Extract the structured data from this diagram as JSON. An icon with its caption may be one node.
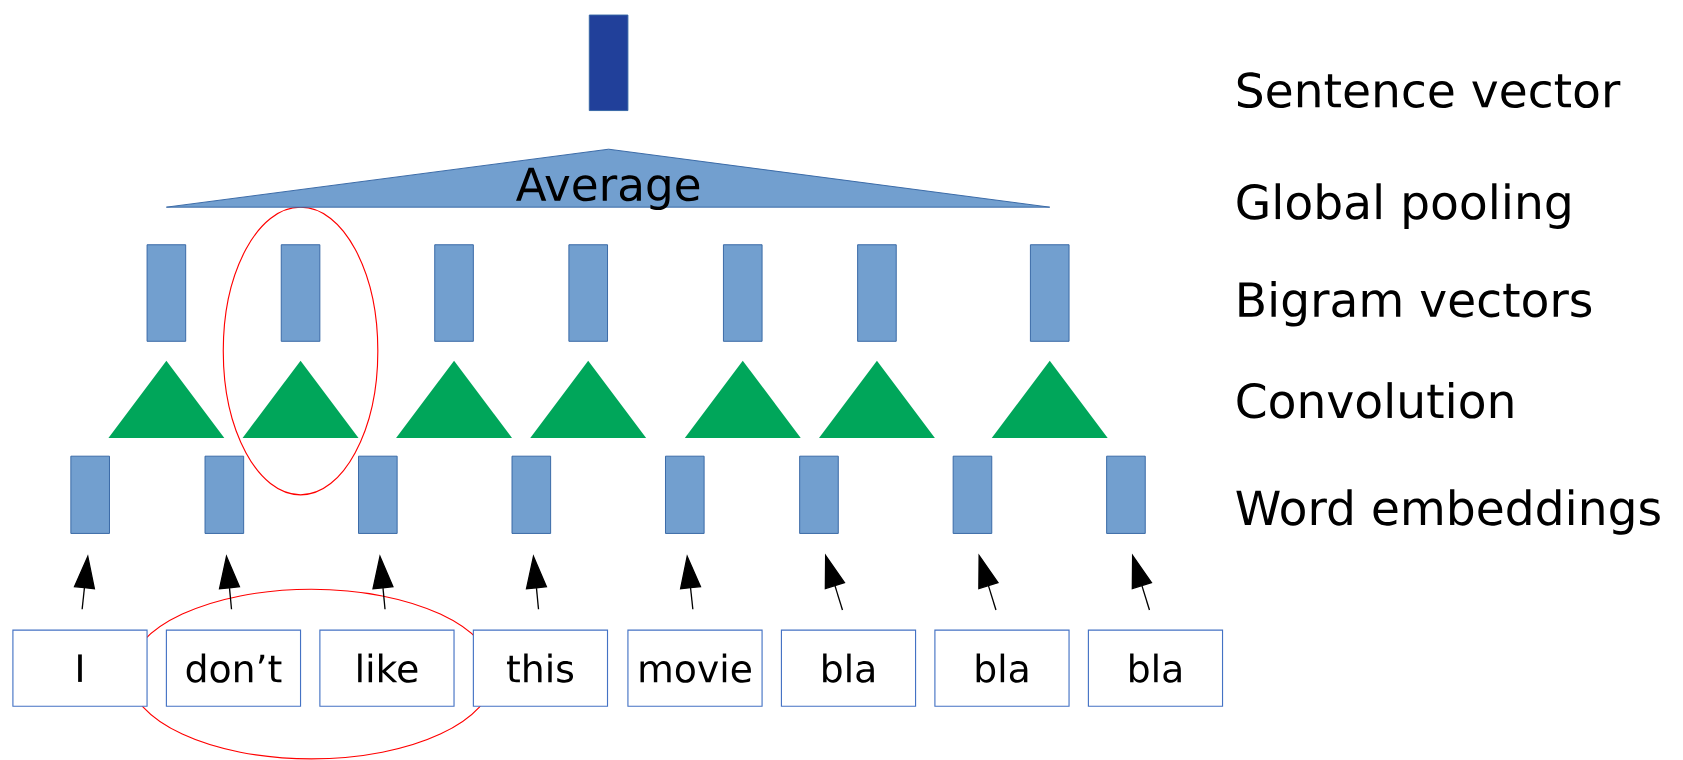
{
  "diagram": {
    "nodes": [
      {
        "text": [],
        "shape": "bar"
      },
      {
        "text": [
          "Average"
        ]
      },
      {
        "text": [],
        "shape": "bar"
      },
      {
        "text": [],
        "shape": "bar"
      },
      {
        "text": [],
        "shape": "bar"
      },
      {
        "text": [],
        "shape": "bar"
      },
      {
        "text": [],
        "shape": "bar"
      },
      {
        "text": [],
        "shape": "bar"
      },
      {
        "text": [],
        "shape": "bar"
      },
      {
        "text": [],
        "shape": "triangle"
      },
      {
        "text": [],
        "shape": "triangle"
      },
      {
        "text": [],
        "shape": "triangle"
      },
      {
        "text": [],
        "shape": "triangle"
      },
      {
        "text": [],
        "shape": "triangle"
      },
      {
        "text": [],
        "shape": "triangle"
      },
      {
        "text": [],
        "shape": "triangle"
      },
      {
        "text": [],
        "shape": "bar"
      },
      {
        "text": [],
        "shape": "bar"
      },
      {
        "text": [],
        "shape": "bar"
      },
      {
        "text": [],
        "shape": "bar"
      },
      {
        "text": [],
        "shape": "bar"
      },
      {
        "text": [],
        "shape": "bar"
      },
      {
        "text": [],
        "shape": "bar"
      },
      {
        "text": [],
        "shape": "bar"
      },
      {
        "text": [
          "I"
        ]
      },
      {
        "text": [
          "don’t"
        ]
      },
      {
        "text": [
          "like"
        ]
      },
      {
        "text": [
          "this"
        ]
      },
      {
        "text": [
          "movie"
        ]
      },
      {
        "text": [
          "bla"
        ]
      },
      {
        "text": [
          "bla"
        ]
      },
      {
        "text": [
          "bla"
        ]
      }
    ],
    "edges": [
      {
        "from": 24,
        "to": 16,
        "arrow": "to"
      },
      {
        "from": 25,
        "to": 17,
        "arrow": "to"
      },
      {
        "from": 26,
        "to": 18,
        "arrow": "to"
      },
      {
        "from": 27,
        "to": 19,
        "arrow": "to"
      },
      {
        "from": 28,
        "to": 20,
        "arrow": "to"
      },
      {
        "from": 29,
        "to": 21,
        "arrow": "to"
      },
      {
        "from": 30,
        "to": 22,
        "arrow": "to"
      },
      {
        "from": 31,
        "to": 23,
        "arrow": "to"
      }
    ],
    "labels": [
      "Sentence vector",
      "Global pooling",
      "Bigram vectors",
      "Convolution",
      "Word embeddings"
    ]
  }
}
